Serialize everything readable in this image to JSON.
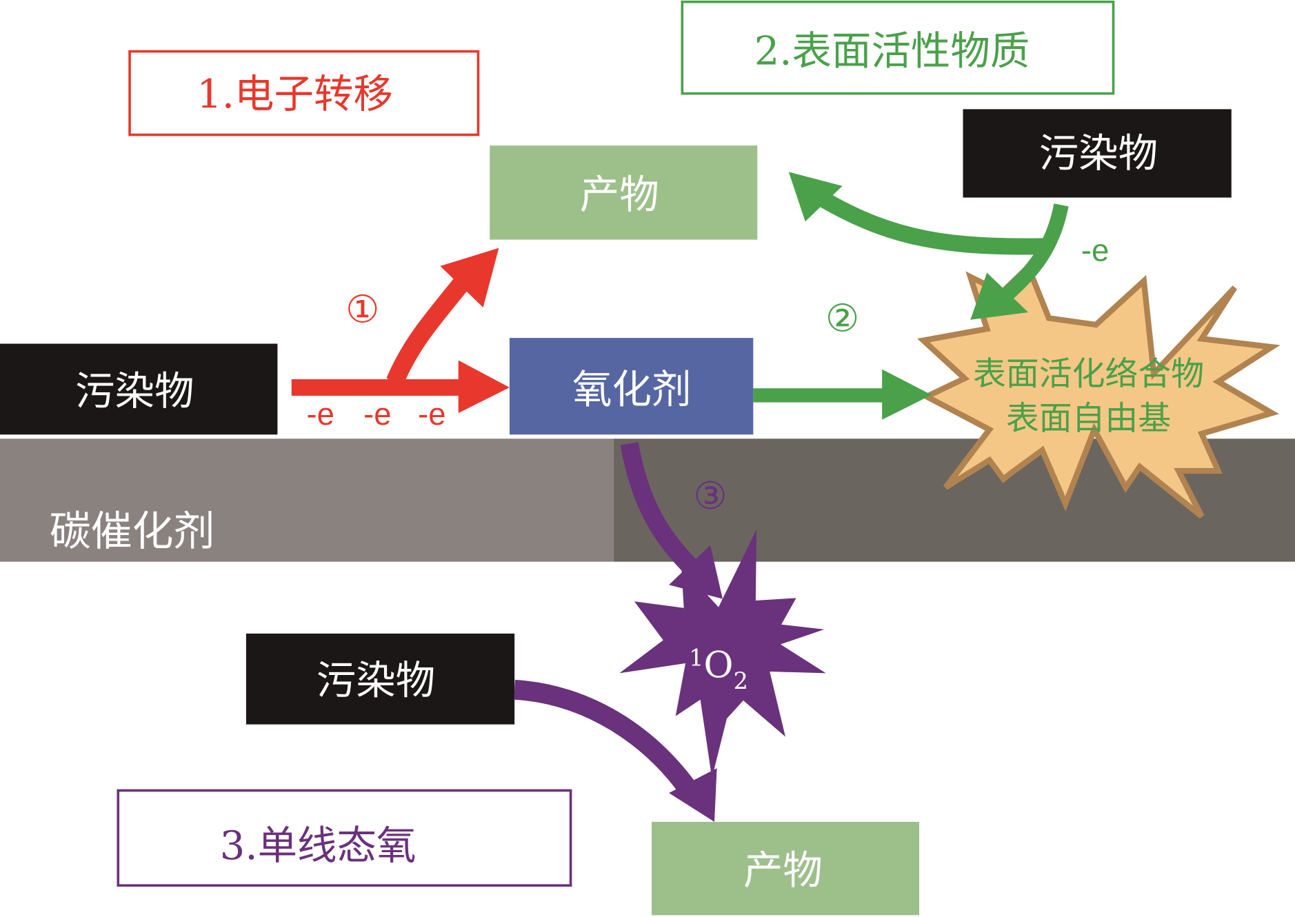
{
  "colors": {
    "red": "#e8372c",
    "green": "#4aa14a",
    "purple": "#6a317c",
    "product": "#9dc08b",
    "oxidant": "#5566a3",
    "black": "#1a1716",
    "band_left": "#8a827f",
    "band_right": "#6b6560",
    "star_fill": "#f5c787",
    "star_stroke": "#b08350"
  },
  "mechanisms": {
    "m1": "1.电子转移",
    "m2": "2.表面活性物质",
    "m3": "3.单线态氧"
  },
  "nodes": {
    "product_top": "产物",
    "pollutant_top_right": "污染物",
    "pollutant_left": "污染物",
    "oxidant": "氧化剂",
    "catalyst": "碳催化剂",
    "surface_line1": "表面活化络合物",
    "surface_line2": "表面自由基",
    "singlet_oxygen": {
      "sup": "1",
      "base": "O",
      "sub": "2"
    },
    "pollutant_bottom": "污染物",
    "product_bottom": "产物"
  },
  "path_labels": {
    "p1": "①",
    "p2": "②",
    "p3": "③"
  },
  "electron_labels": [
    "-e",
    "-e",
    "-e"
  ],
  "electron_label_green": "-e"
}
